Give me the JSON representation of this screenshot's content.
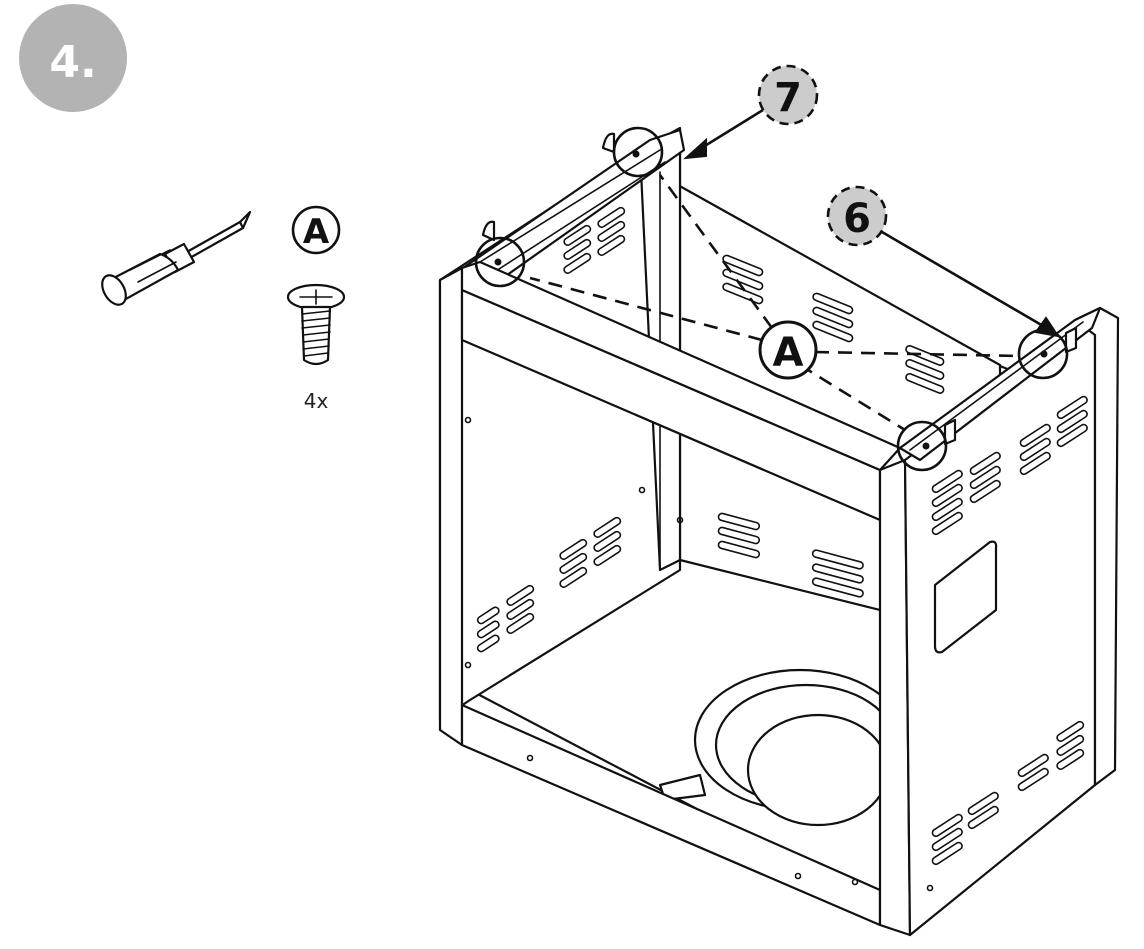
{
  "step": {
    "number_label": "4.",
    "badge_color": "#b3b3b3",
    "text_color": "#ffffff"
  },
  "tools": {
    "icon": "screwdriver-icon"
  },
  "part": {
    "letter": "A",
    "icon": "screw-icon",
    "quantity_label": "4x"
  },
  "callouts": {
    "part_letter": "A",
    "left_rail_number": "7",
    "right_rail_number": "6",
    "callout_fill": "#cccccc"
  },
  "drawing": {
    "icon": "grill-cart-frame-icon",
    "line_color": "#111111"
  }
}
